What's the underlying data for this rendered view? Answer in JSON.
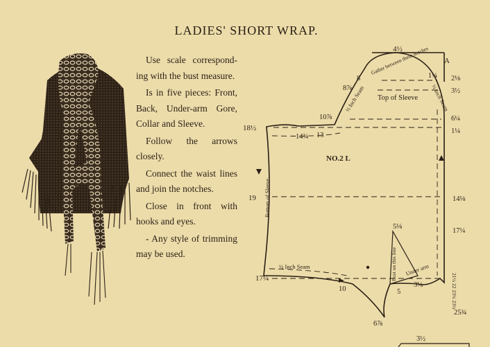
{
  "title": "LADIES' SHORT WRAP.",
  "paragraphs": [
    "Use scale correspond-ing with the bust measure.",
    "Is in five pieces: Front, Back, Under-arm Gore, Collar and Sleeve.",
    "Follow the arrows closely.",
    "Connect the waist lines and join the notches.",
    "Close in front with hooks and eyes.",
    "- Any style of trimming may be used."
  ],
  "pattern": {
    "piece_label": "NO.2 L",
    "top_of_sleeve": "Top of Sleeve",
    "bottom_of_sleeve": "Bottom of Sleeve",
    "bust_on_this_line": "Bust on this line",
    "under_arm": "Under arm",
    "inch_seam_top": "½ Inch Seam",
    "inch_seam_bottom": "½ Inch Seam",
    "inch_seam_right": "½ Inch Seam",
    "gather_between": "Gather between these notches",
    "corner_a": "A",
    "measurements": {
      "m4_half": "4½",
      "m1_quarter": "1¼",
      "m2_eighth": "2⅛",
      "m3_half": "3½",
      "m8": "8",
      "m8_seven_eighths": "8⅞",
      "m10_seven_eighths": "10⅞",
      "m18_half": "18½",
      "m14_three_quarters": "14¾",
      "m13": "13",
      "m6_quarter": "6¼",
      "m1_quarter_b": "1¼",
      "m19": "19",
      "m14_eighth": "14⅛",
      "m5_eighth": "5⅛",
      "m17_quarter_right": "17¼",
      "m17_quarter_left": "17¼",
      "m10": "10",
      "m5": "5",
      "m3_eighth": "3⅛",
      "m6_seven_eighths": "6⅞",
      "m25_three_quarters": "25¾",
      "m3_half_bottom": "3½",
      "m_right_stack": "21¼ 22 23¾ 23¼"
    }
  }
}
